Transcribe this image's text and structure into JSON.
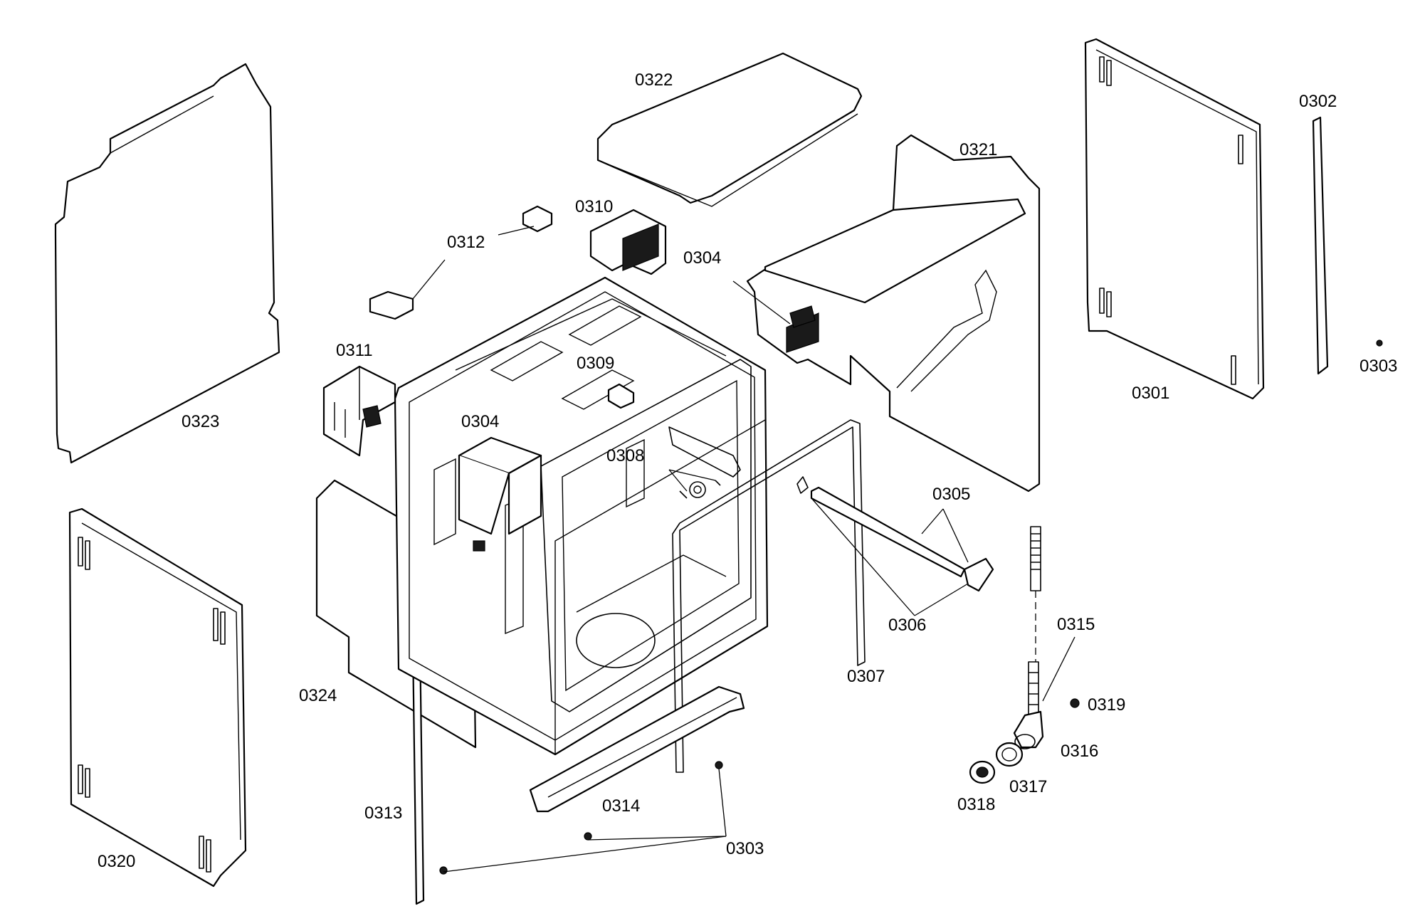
{
  "diagram": {
    "callouts": {
      "c0301": "0301",
      "c0302": "0302",
      "c0303_right": "0303",
      "c0303_bottom": "0303",
      "c0304_top": "0304",
      "c0304_mid": "0304",
      "c0305": "0305",
      "c0306": "0306",
      "c0307": "0307",
      "c0308": "0308",
      "c0309": "0309",
      "c0310": "0310",
      "c0311": "0311",
      "c0312": "0312",
      "c0313": "0313",
      "c0314": "0314",
      "c0315": "0315",
      "c0316": "0316",
      "c0317": "0317",
      "c0318": "0318",
      "c0319": "0319",
      "c0320": "0320",
      "c0321": "0321",
      "c0322": "0322",
      "c0323": "0323",
      "c0324": "0324"
    }
  }
}
